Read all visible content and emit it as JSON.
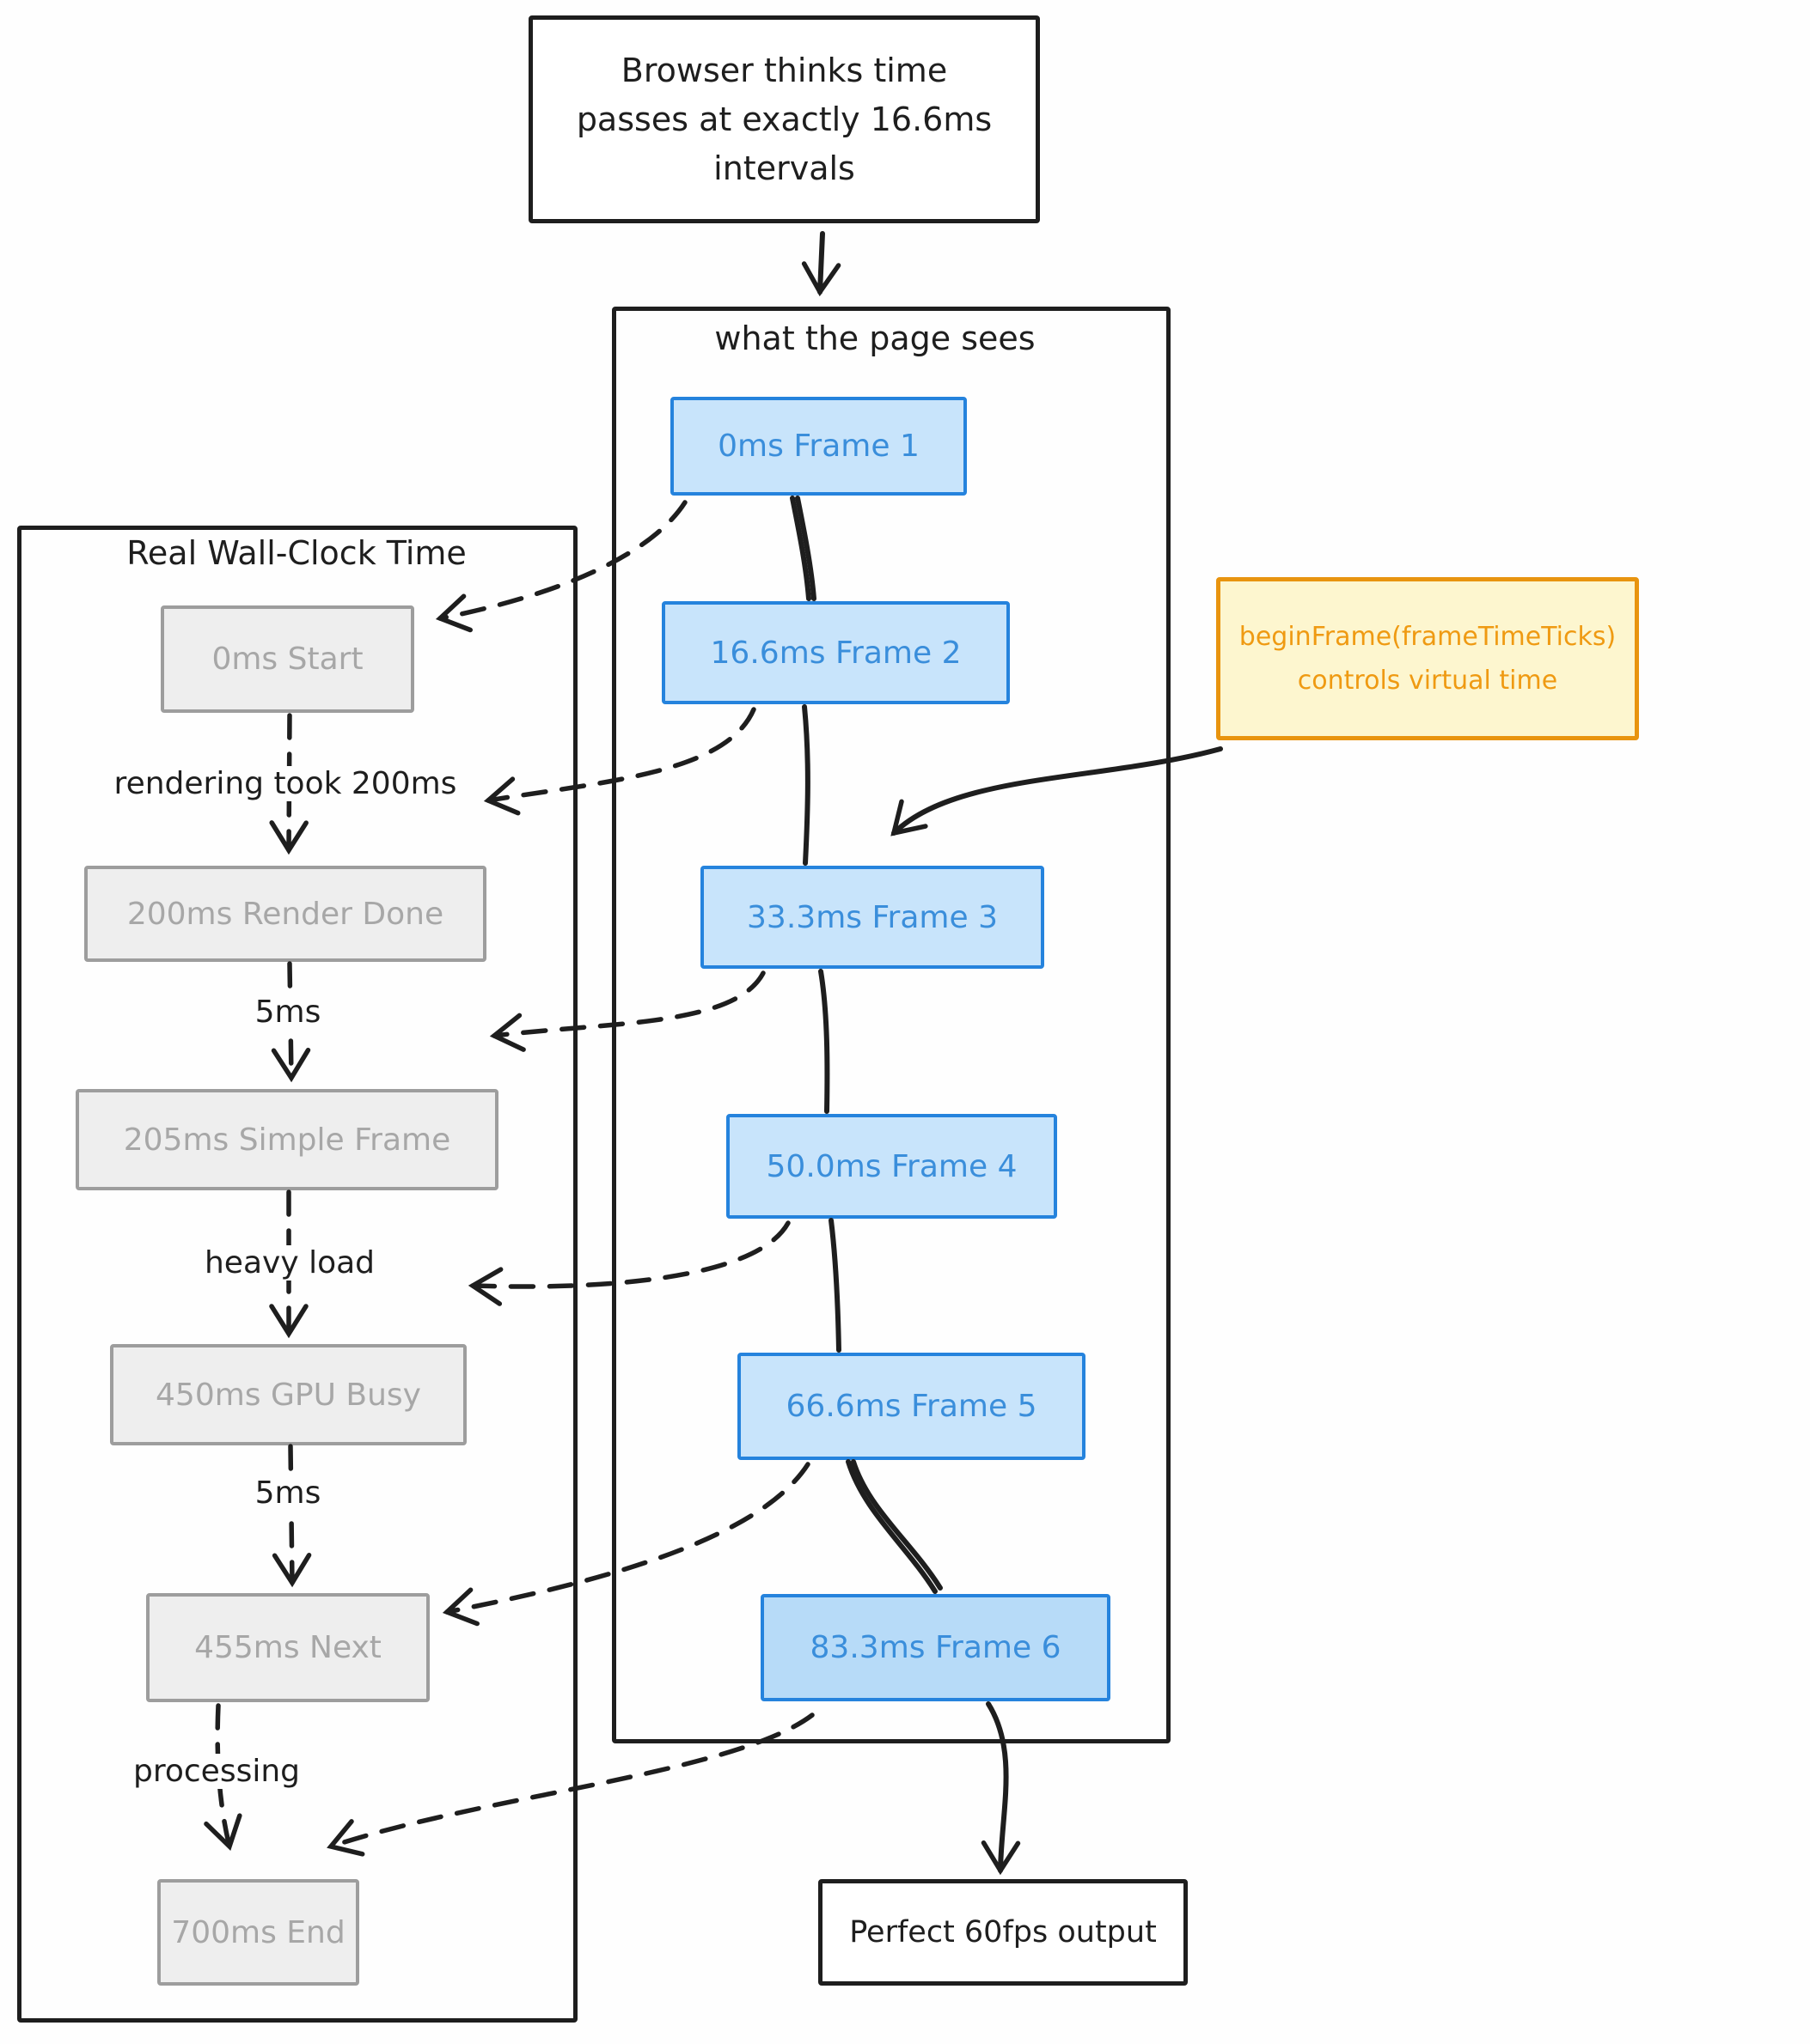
{
  "top_note": {
    "lines": [
      "Browser thinks time",
      "passes at exactly 16.6ms",
      "intervals"
    ]
  },
  "page_panel": {
    "title": "what the page sees",
    "frames": [
      {
        "label": "0ms Frame 1"
      },
      {
        "label": "16.6ms Frame 2"
      },
      {
        "label": "33.3ms Frame 3"
      },
      {
        "label": "50.0ms Frame 4"
      },
      {
        "label": "66.6ms Frame 5"
      },
      {
        "label": "83.3ms Frame 6"
      }
    ]
  },
  "wall_panel": {
    "title": "Real Wall-Clock Time",
    "steps": [
      {
        "label": "0ms Start"
      },
      {
        "label": "200ms Render Done"
      },
      {
        "label": "205ms Simple Frame"
      },
      {
        "label": "450ms GPU Busy"
      },
      {
        "label": "455ms Next"
      },
      {
        "label": "700ms End"
      }
    ],
    "transitions": [
      {
        "label": "rendering took 200ms"
      },
      {
        "label": "5ms"
      },
      {
        "label": "heavy load"
      },
      {
        "label": "5ms"
      },
      {
        "label": "processing"
      }
    ]
  },
  "annotation_note": {
    "lines": [
      "beginFrame(frameTimeTicks)",
      "controls virtual time"
    ]
  },
  "output_box": {
    "label": "Perfect 60fps output"
  },
  "colors": {
    "ink": "#1e1e1e",
    "frame_fill": "#c8e4fb",
    "frame_fill_deep": "#b7dbf8",
    "frame_stroke": "#2583dd",
    "frame_text": "#3a8edb",
    "wall_fill": "#eeeeee",
    "wall_stroke": "#9d9d9d",
    "wall_text": "#a7a7a7",
    "note_fill": "#fdf6cf",
    "note_stroke": "#e8940f",
    "note_text": "#ef9a12"
  }
}
